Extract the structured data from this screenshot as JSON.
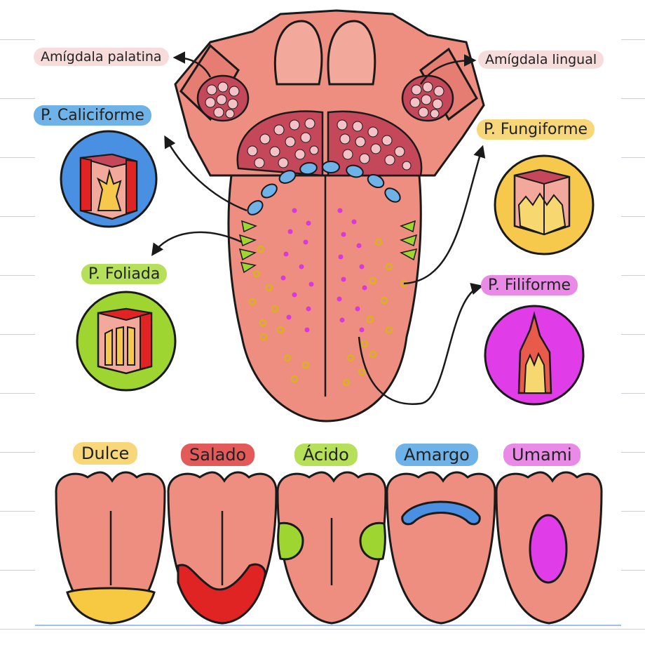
{
  "labels": {
    "amigdala_palatina": "Amígdala palatina",
    "amigdala_lingual": "Amígdala lingual",
    "caliciforme": "P. Caliciforme",
    "fungiforme": "P. Fungiforme",
    "foliada": "P. Foliada",
    "filiforme": "P. Filiforme"
  },
  "tastes": [
    {
      "label": "Dulce",
      "color": "#f7d77a"
    },
    {
      "label": "Salado",
      "color": "#e35a5a"
    },
    {
      "label": "Ácido",
      "color": "#b6e05a"
    },
    {
      "label": "Amargo",
      "color": "#6fb2e8"
    },
    {
      "label": "Umami",
      "color": "#e98ae6"
    }
  ],
  "colors": {
    "tongue": "#ee8e80",
    "tongue_dark": "#d9695e",
    "outline": "#1a1a1a",
    "caliciforme": "#4a90e2",
    "fungiforme": "#f6c84c",
    "foliada": "#9ed530",
    "filiforme": "#e03ce8",
    "salado_zone": "#e02424",
    "dulce_zone": "#f7c842",
    "tonsil": "#c5485a"
  }
}
